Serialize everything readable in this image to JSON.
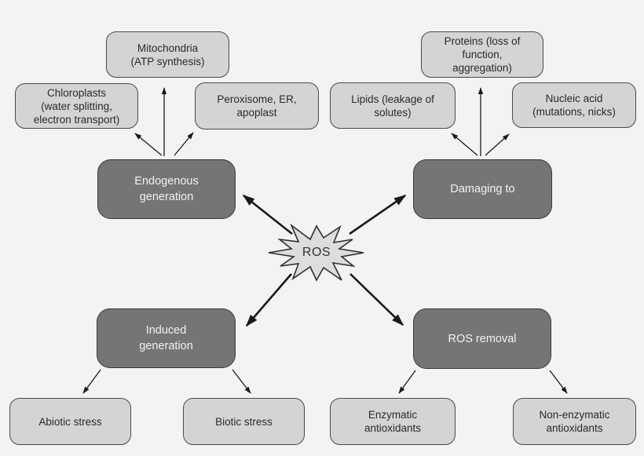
{
  "diagram": {
    "title": "ROS sources and effects concept map",
    "center": {
      "label": "ROS"
    },
    "hubs": {
      "endogenous": {
        "label": "Endogenous\ngeneration"
      },
      "damaging": {
        "label": "Damaging to"
      },
      "induced": {
        "label": "Induced\ngeneration"
      },
      "removal": {
        "label": "ROS removal"
      }
    },
    "leaves": {
      "mitochondria": {
        "label": "Mitochondria\n(ATP synthesis)"
      },
      "chloroplasts": {
        "label": "Chloroplasts\n(water splitting,\nelectron transport)"
      },
      "peroxisome": {
        "label": "Peroxisome, ER,\napoplast"
      },
      "proteins": {
        "label": "Proteins (loss of\nfunction,\naggregation)"
      },
      "lipids": {
        "label": "Lipids (leakage of\nsolutes)"
      },
      "nucleic": {
        "label": "Nucleic acid\n(mutations, nicks)"
      },
      "abiotic": {
        "label": "Abiotic stress"
      },
      "biotic": {
        "label": "Biotic stress"
      },
      "enzymatic": {
        "label": "Enzymatic\nantioxidants"
      },
      "nonenzymatic": {
        "label": "Non-enzymatic\nantioxidants"
      }
    },
    "edges": [
      {
        "from": "ROS",
        "to": "Endogenous generation"
      },
      {
        "from": "ROS",
        "to": "Damaging to"
      },
      {
        "from": "ROS",
        "to": "Induced generation"
      },
      {
        "from": "ROS",
        "to": "ROS removal"
      },
      {
        "from": "Endogenous generation",
        "to": "Chloroplasts (water splitting, electron transport)"
      },
      {
        "from": "Endogenous generation",
        "to": "Mitochondria (ATP synthesis)"
      },
      {
        "from": "Endogenous generation",
        "to": "Peroxisome, ER, apoplast"
      },
      {
        "from": "Damaging to",
        "to": "Lipids (leakage of solutes)"
      },
      {
        "from": "Damaging to",
        "to": "Proteins (loss of function, aggregation)"
      },
      {
        "from": "Damaging to",
        "to": "Nucleic acid (mutations, nicks)"
      },
      {
        "from": "Induced generation",
        "to": "Abiotic stress"
      },
      {
        "from": "Induced generation",
        "to": "Biotic stress"
      },
      {
        "from": "ROS removal",
        "to": "Enzymatic antioxidants"
      },
      {
        "from": "ROS removal",
        "to": "Non-enzymatic antioxidants"
      }
    ],
    "colors": {
      "background": "#f4f3f2",
      "light_box_fill": "#d4d4d4",
      "dark_box_fill": "#767575",
      "light_box_border": "#4a4a4a",
      "dark_box_border": "#3a3a3a",
      "light_box_text": "#2a2a2a",
      "dark_box_text": "#f2f2f2",
      "arrow_color": "#1a1a1a",
      "burst_fill": "#dddddd",
      "burst_border": "#2f2f2f"
    }
  }
}
